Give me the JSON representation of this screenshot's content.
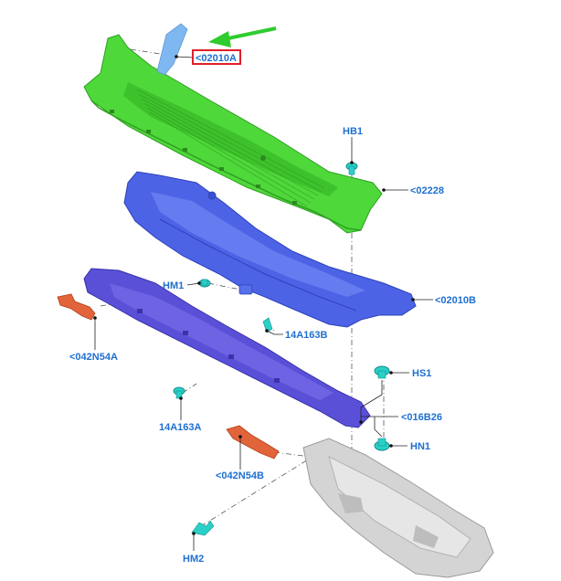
{
  "labels": {
    "cowl_grille_seal": "<02010A",
    "hb1": "HB1",
    "cowl_panel_grille": "<02228",
    "hm1": "HM1",
    "cowl_inner_panel": "<02010B",
    "clip_14a163b": "14A163B",
    "bracket_left": "<042N54A",
    "hs1": "HS1",
    "lower_extension": "<016B26",
    "clip_14a163a": "14A163A",
    "hn1": "HN1",
    "bracket_right": "<042N54B",
    "hm2": "HM2"
  },
  "colors": {
    "label_text": "#1f6fd0",
    "highlight_box": "#e0202a",
    "arrow": "#2ecc2e",
    "grille_part": "#4fd83a",
    "upper_panel_part": "#4c63e6",
    "lower_panel_part": "#5a50d8",
    "seal_part": "#7fb8f0",
    "bracket_part": "#e2643a",
    "fastener_part": "#2ad0c8",
    "body_part": "#d4d4d4"
  },
  "icons": {
    "callout_arrow": "arrow-icon"
  }
}
